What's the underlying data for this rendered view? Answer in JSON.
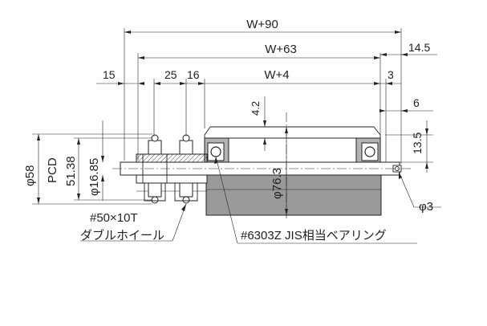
{
  "dimensions": {
    "w90": "W+90",
    "w63": "W+63",
    "w4": "W+4",
    "d145": "14.5",
    "d15": "15",
    "d25": "25",
    "d16": "16",
    "d3": "3",
    "d6": "6",
    "d42": "4.2",
    "d135": "13.5",
    "phi58": "φ58",
    "pcd": "PCD",
    "d5138": "51.38",
    "phi1685": "φ16.85",
    "phi763": "φ76.3",
    "phi3": "φ3"
  },
  "labels": {
    "sprocket_spec": "#50×10T",
    "sprocket_type": "ダブルホイール",
    "bearing": "#6303Z  JIS相当ベアリング"
  },
  "colors": {
    "roller_fill": "#9a9a9a",
    "part_fill": "#b4b4b4",
    "line": "#222222"
  }
}
